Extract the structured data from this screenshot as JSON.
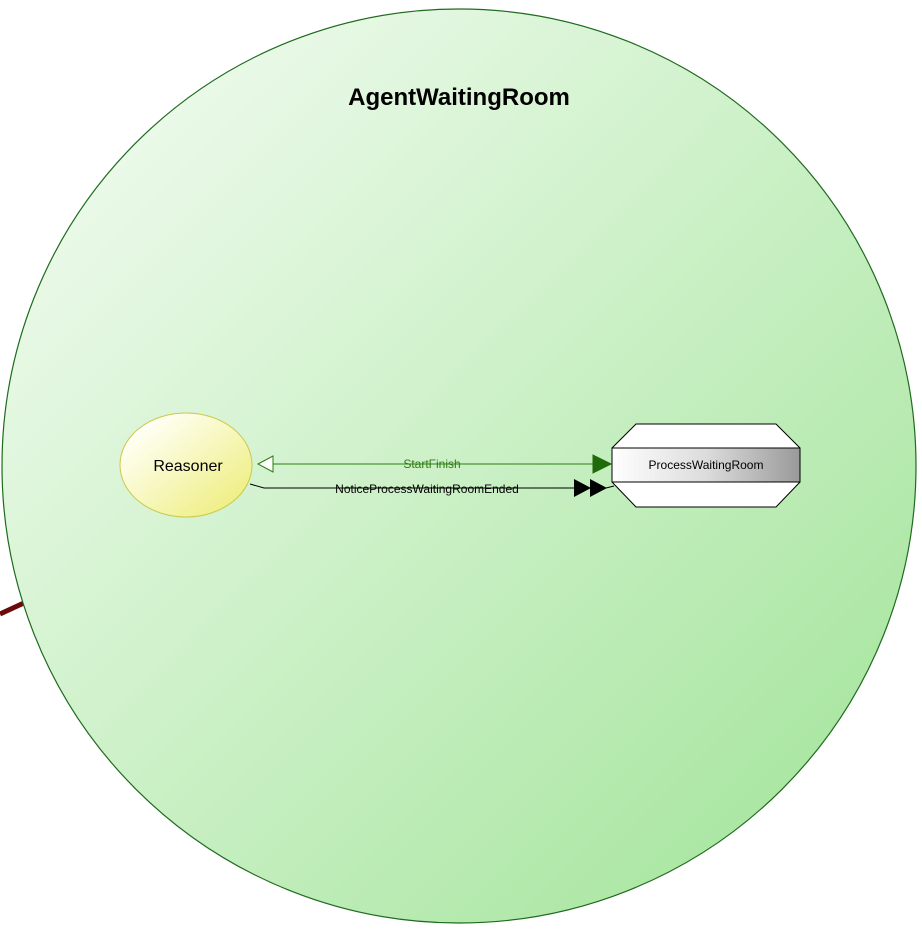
{
  "diagram": {
    "container": {
      "title": "AgentWaitingRoom"
    },
    "nodes": {
      "reasoner": {
        "label": "Reasoner"
      },
      "process": {
        "label": "ProcessWaitingRoom"
      }
    },
    "edges": {
      "start_finish": {
        "label": "StartFinish"
      },
      "notice_ended": {
        "label": "NoticeProcessWaitingRoomEnded"
      }
    }
  },
  "colors": {
    "container_stroke": "#1f6b1f",
    "container_fill_light": "#f4fbf3",
    "container_fill_dark": "#a4e59c",
    "reasoner_fill_light": "#fffff3",
    "reasoner_fill_dark": "#eeee7a",
    "reasoner_stroke": "#c9c94a",
    "edge_green": "#2e7d12",
    "edge_black": "#000000",
    "external_link": "#6b0a0a"
  }
}
